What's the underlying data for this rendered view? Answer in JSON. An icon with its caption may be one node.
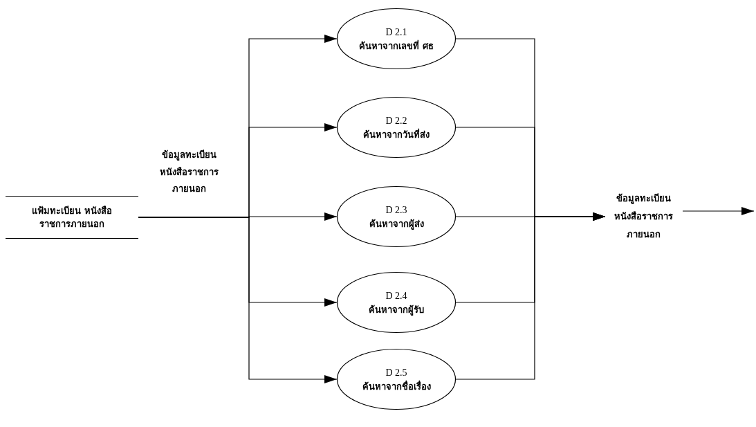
{
  "diagram": {
    "nodes": [
      {
        "text": [
          "แฟ้มทะเบียน หนังสือราชการภายนอก"
        ]
      },
      {
        "text": [
          "D 2.1",
          "ค้นหาจากเลขที่ ศธ"
        ]
      },
      {
        "text": [
          "D 2.2",
          "ค้นหาจากวันที่ส่ง"
        ]
      },
      {
        "text": [
          "D 2.3",
          "ค้นหาจากผู้ส่ง"
        ]
      },
      {
        "text": [
          "D 2.4",
          "ค้นหาจากผู้รับ"
        ]
      },
      {
        "text": [
          "D 2.5",
          "ค้นหาจากชื่อเรื่อง"
        ]
      },
      {
        "text": [
          "ข้อมูลทะเบียน หนังสือราชการ ภายนอก"
        ]
      }
    ],
    "edges": [
      {
        "from": 0,
        "to": 1,
        "arrow": "to"
      },
      {
        "from": 0,
        "to": 2,
        "arrow": "to"
      },
      {
        "from": 0,
        "to": 3,
        "arrow": "to",
        "label": "ข้อมูลทะเบียน หนังสือราชการ ภายนอก"
      },
      {
        "from": 0,
        "to": 4,
        "arrow": "to"
      },
      {
        "from": 0,
        "to": 5,
        "arrow": "to"
      },
      {
        "from": 1,
        "to": 6,
        "arrow": "to"
      },
      {
        "from": 2,
        "to": 6,
        "arrow": "to"
      },
      {
        "from": 3,
        "to": 6,
        "arrow": "to"
      },
      {
        "from": 4,
        "to": 6,
        "arrow": "to"
      },
      {
        "from": 5,
        "to": 6,
        "arrow": "to"
      },
      {
        "from": 6,
        "to": null,
        "arrow": "to"
      }
    ]
  }
}
